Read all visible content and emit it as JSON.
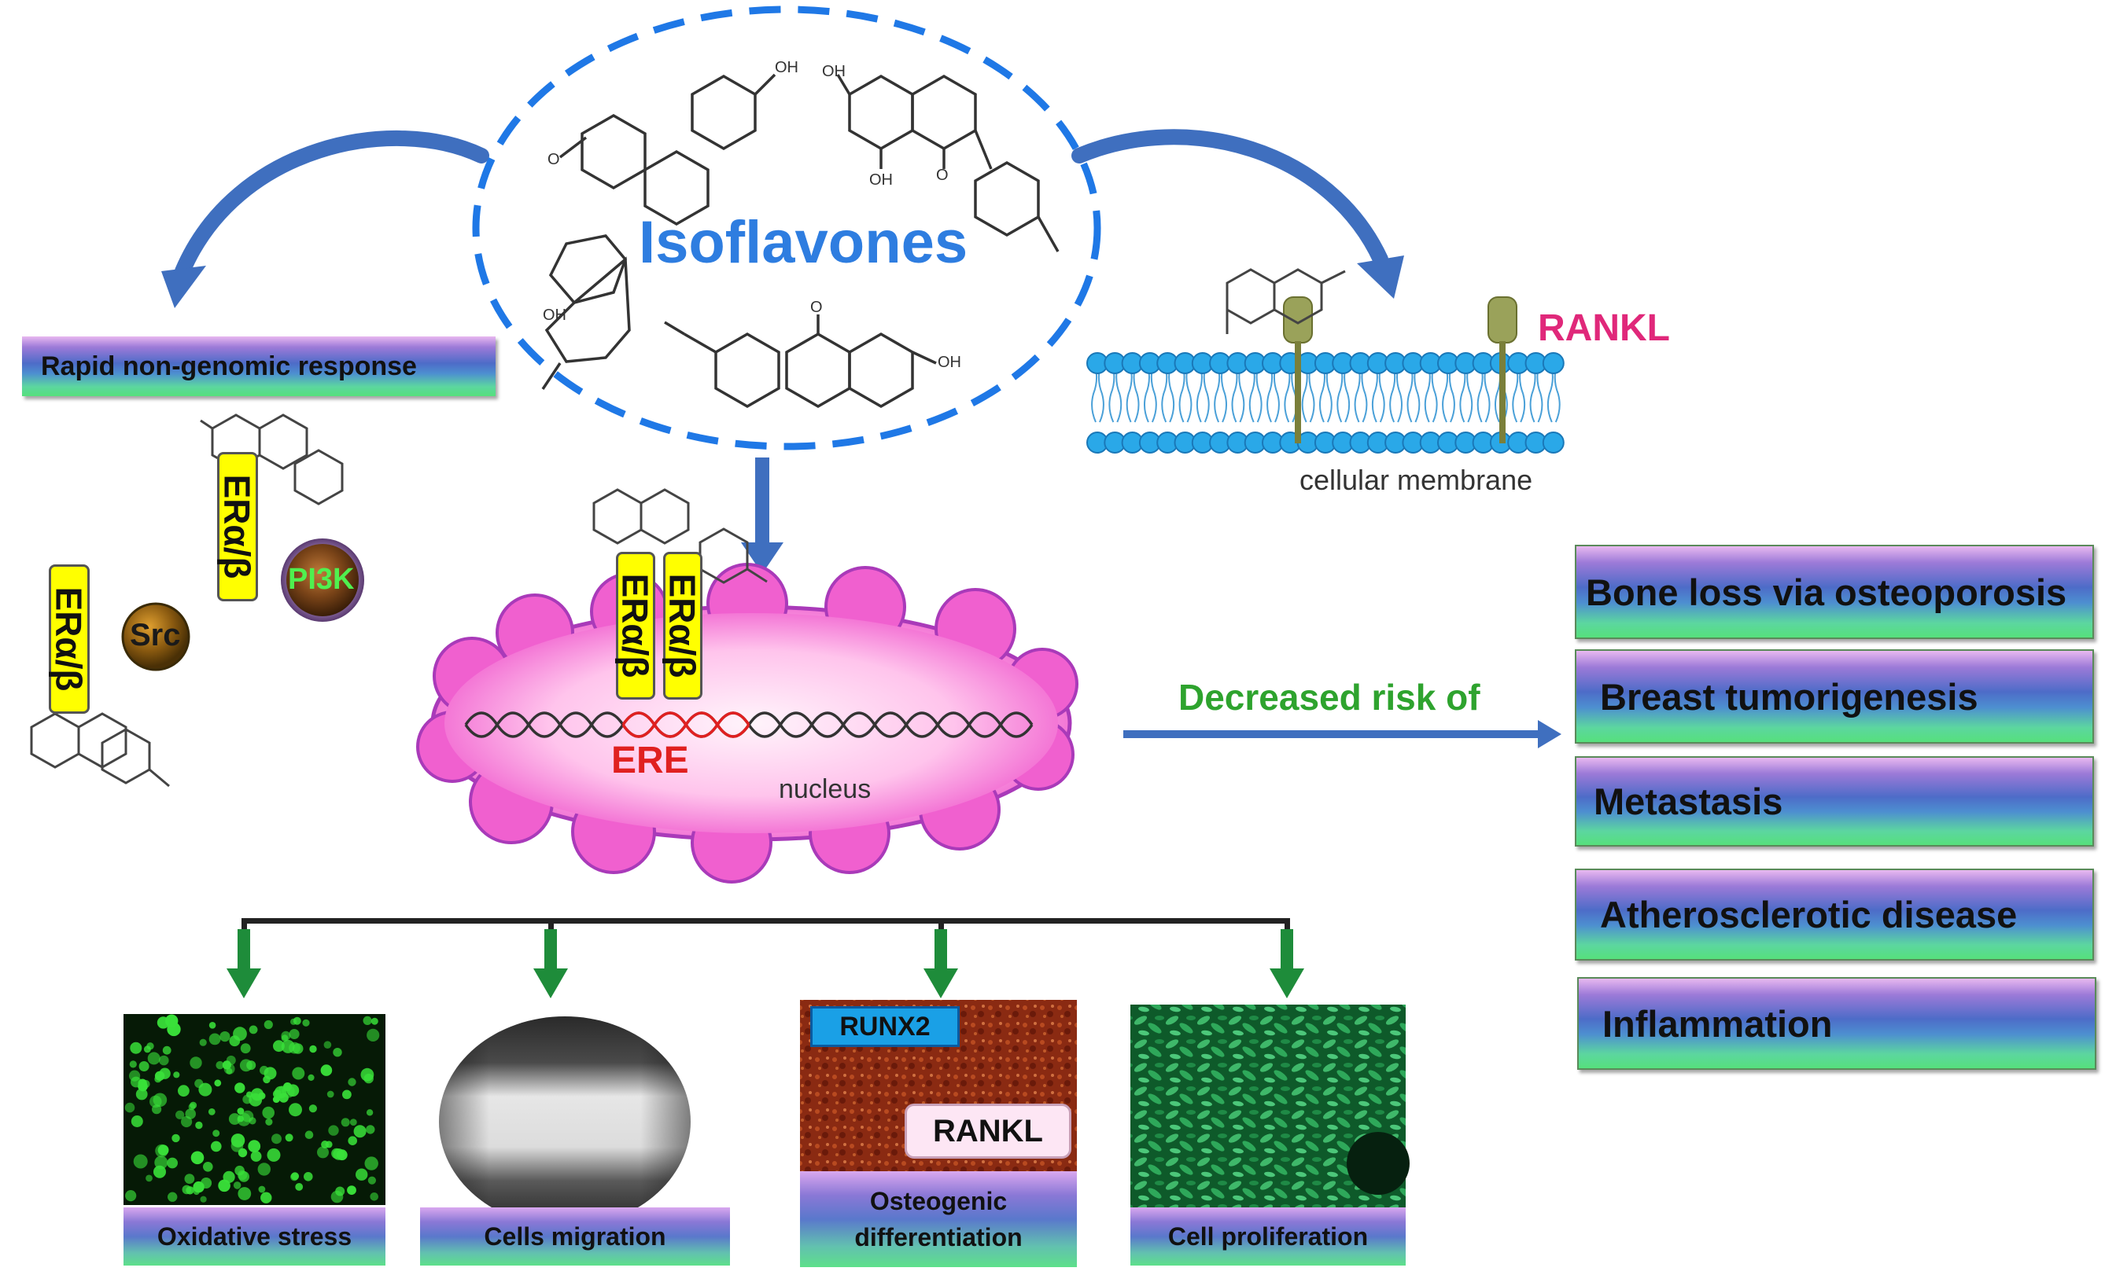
{
  "center": {
    "title": "Isoflavones",
    "left_response": "Rapid non-genomic response",
    "receptor_label": "ERα/β",
    "src": "Src",
    "pi3k": "PI3K",
    "ere": "ERE",
    "nucleus": "nucleus",
    "rankl_membrane": "RANKL",
    "membrane": "cellular membrane",
    "decreased_risk": "Decreased risk of"
  },
  "risks": [
    {
      "label": "Bone loss via osteoporosis"
    },
    {
      "label": "Breast tumorigenesis"
    },
    {
      "label": "Metastasis"
    },
    {
      "label": "Atherosclerotic disease"
    },
    {
      "label": "Inflammation"
    }
  ],
  "outcomes": {
    "oxidative": "Oxidative stress",
    "migration": "Cells migration",
    "osteo_line1": "Osteogenic",
    "osteo_line2": "differentiation",
    "proliferation": "Cell proliferation",
    "runx2": "RUNX2",
    "rankl_panel": "RANKL"
  },
  "molecules": {
    "oh": "OH",
    "o": "O"
  },
  "colors": {
    "title_blue": "#2e7de0",
    "arrow_blue": "#3f6fbf",
    "risk_green": "#2ea32e",
    "ere_red": "#e02020",
    "rankl_pink": "#e0287a",
    "drop_arrow_green": "#1e8c3a",
    "receptor_yellow": "#ffff00"
  }
}
